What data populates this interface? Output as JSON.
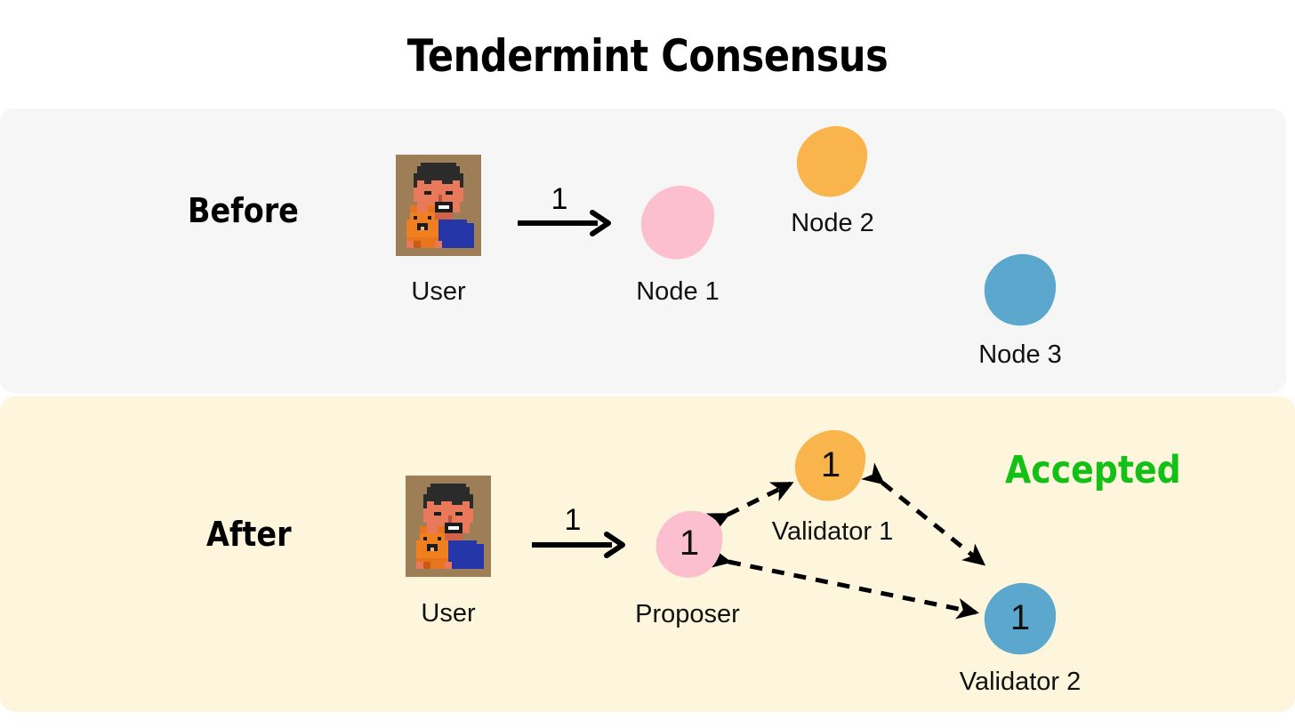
{
  "title": "Tendermint Consensus",
  "colors": {
    "node_pink": "#fcbfcf",
    "node_orange": "#f9b44c",
    "node_blue": "#5ba7ce",
    "panel_before_bg": "#f6f6f6",
    "panel_after_bg": "#fdf6dd",
    "accepted_text": "#13c016",
    "arrow": "#000000",
    "avatar_bg": "#9e7e56"
  },
  "before": {
    "stage_label": "Before",
    "user": {
      "caption": "User",
      "icon": "user-avatar-pixel-art"
    },
    "request": {
      "label": "1",
      "icon": "arrow-right-icon"
    },
    "nodes": [
      {
        "label": "Node 1",
        "value": "",
        "color": "#fcbfcf",
        "name": "node-1"
      },
      {
        "label": "Node 2",
        "value": "",
        "color": "#f9b44c",
        "name": "node-2"
      },
      {
        "label": "Node 3",
        "value": "",
        "color": "#5ba7ce",
        "name": "node-3"
      }
    ]
  },
  "after": {
    "stage_label": "After",
    "user": {
      "caption": "User",
      "icon": "user-avatar-pixel-art"
    },
    "request": {
      "label": "1",
      "icon": "arrow-right-icon"
    },
    "nodes": [
      {
        "label": "Proposer",
        "value": "1",
        "color": "#fcbfcf",
        "name": "proposer"
      },
      {
        "label": "Validator 1",
        "value": "1",
        "color": "#f9b44c",
        "name": "validator-1"
      },
      {
        "label": "Validator 2",
        "value": "1",
        "color": "#5ba7ce",
        "name": "validator-2"
      }
    ],
    "status": "Accepted",
    "connections": [
      {
        "from": "proposer",
        "to": "validator-1",
        "style": "dashed-bidirectional"
      },
      {
        "from": "validator-1",
        "to": "validator-2",
        "style": "dashed-bidirectional"
      },
      {
        "from": "proposer",
        "to": "validator-2",
        "style": "dashed-bidirectional"
      }
    ]
  }
}
